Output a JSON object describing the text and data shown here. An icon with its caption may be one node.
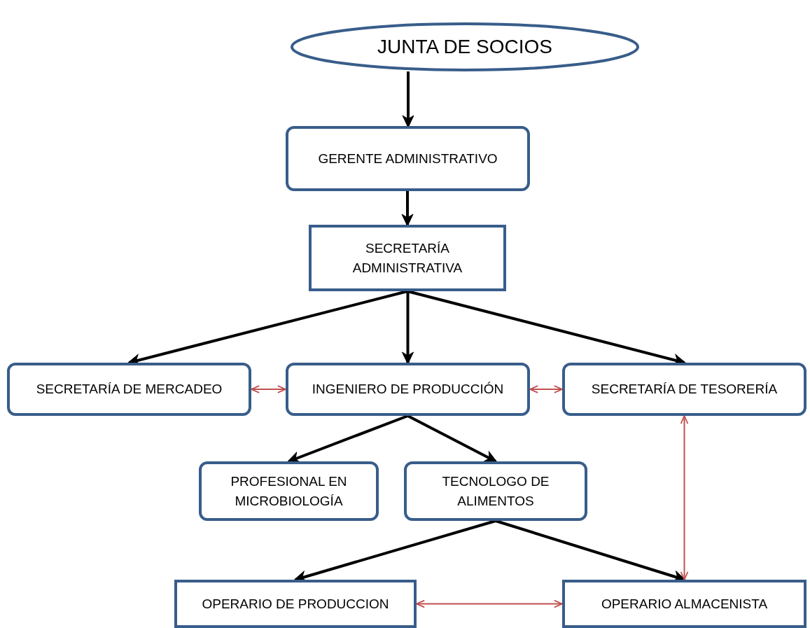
{
  "diagram": {
    "nodes": [
      {
        "text": [
          "JUNTA DE SOCIOS"
        ]
      },
      {
        "text": [
          "GERENTE ADMINISTRATIVO"
        ]
      },
      {
        "text": [
          "SECRETARÍA ADMINISTRATIVA"
        ]
      },
      {
        "text": [
          "SECRETARÍA DE MERCADEO"
        ]
      },
      {
        "text": [
          "INGENIERO DE PRODUCCIÓN"
        ]
      },
      {
        "text": [
          "SECRETARÍA DE TESORERÍA"
        ]
      },
      {
        "text": [
          "PROFESIONAL EN MICROBIOLOGÍA"
        ]
      },
      {
        "text": [
          "TECNOLOGO DE ALIMENTOS"
        ]
      },
      {
        "text": [
          "OPERARIO DE PRODUCCION"
        ]
      },
      {
        "text": [
          "OPERARIO ALMACENISTA"
        ]
      }
    ],
    "edges": [
      {
        "from": 0,
        "to": 1,
        "arrow": "to"
      },
      {
        "from": 1,
        "to": 2,
        "arrow": "to"
      },
      {
        "from": 2,
        "to": 3,
        "arrow": "to"
      },
      {
        "from": 2,
        "to": 4,
        "arrow": "to"
      },
      {
        "from": 2,
        "to": 5,
        "arrow": "to"
      },
      {
        "from": 3,
        "to": 4,
        "arrow": "both",
        "color": "#c0504d"
      },
      {
        "from": 4,
        "to": 5,
        "arrow": "both",
        "color": "#c0504d"
      },
      {
        "from": 4,
        "to": 6,
        "arrow": "to"
      },
      {
        "from": 4,
        "to": 7,
        "arrow": "to"
      },
      {
        "from": 7,
        "to": 8,
        "arrow": "to"
      },
      {
        "from": 7,
        "to": 9,
        "arrow": "to"
      },
      {
        "from": 5,
        "to": 9,
        "arrow": "both",
        "color": "#c0504d"
      },
      {
        "from": 8,
        "to": 9,
        "arrow": "both",
        "color": "#c0504d"
      }
    ]
  }
}
